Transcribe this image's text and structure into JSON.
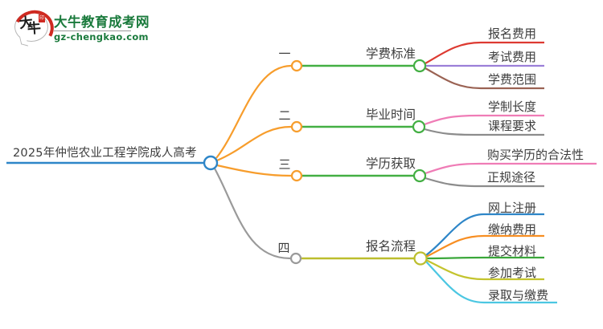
{
  "logo": {
    "badge_char_1": "大",
    "badge_char_2": "牛",
    "seal_char": "印",
    "title": "大牛教育成考网",
    "subtitle": "gz-chengkao.com",
    "brand_green": "#1a7a3c",
    "brand_red": "#cf2a21"
  },
  "mindmap": {
    "text_color": "#3d3d3d",
    "root": {
      "label": "2025年仲恺农业工程学院成人高考",
      "color": "#2e86c8"
    },
    "branches": [
      {
        "index_label": "一",
        "index_color": "#f79d2c",
        "node": {
          "label": "学费标准",
          "color": "#43af43"
        },
        "children": [
          {
            "label": "报名费用",
            "color": "#dd3a31"
          },
          {
            "label": "考试费用",
            "color": "#9b7fd8"
          },
          {
            "label": "学费范围",
            "color": "#9a6253"
          }
        ]
      },
      {
        "index_label": "二",
        "index_color": "#f79d2c",
        "node": {
          "label": "毕业时间",
          "color": "#43af43"
        },
        "children": [
          {
            "label": "学制长度",
            "color": "#ef7cb6"
          },
          {
            "label": "课程要求",
            "color": "#8c8c8c"
          }
        ]
      },
      {
        "index_label": "三",
        "index_color": "#f79d2c",
        "node": {
          "label": "学历获取",
          "color": "#43af43"
        },
        "children": [
          {
            "label": "购买学历的合法性",
            "color": "#ef7cb6"
          },
          {
            "label": "正规途径",
            "color": "#8c8c8c"
          }
        ]
      },
      {
        "index_label": "四",
        "index_color": "#9a9a9a",
        "node": {
          "label": "报名流程",
          "color": "#bcbe2d"
        },
        "children": [
          {
            "label": "网上注册",
            "color": "#2e86c8"
          },
          {
            "label": "缴纳费用",
            "color": "#f78e22"
          },
          {
            "label": "提交材料",
            "color": "#3aa73a"
          },
          {
            "label": "参加考试",
            "color": "#c4c42e"
          },
          {
            "label": "录取与缴费",
            "color": "#4cc7e2"
          }
        ]
      }
    ]
  }
}
